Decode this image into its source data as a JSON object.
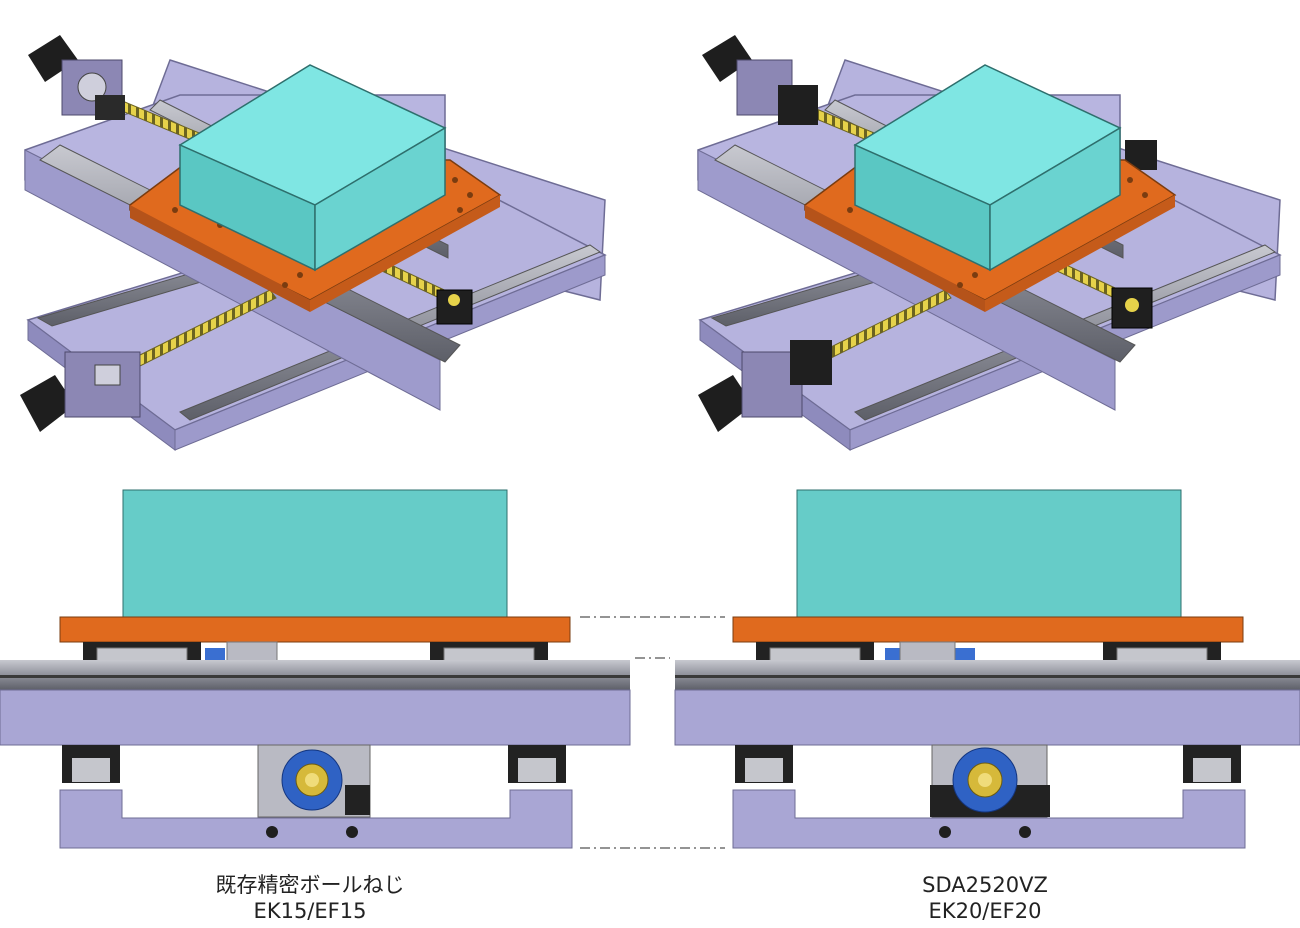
{
  "captions": {
    "left": {
      "line1": "既存精密ボールねじ",
      "line2": "EK15/EF15"
    },
    "right": {
      "line1": "SDA2520VZ",
      "line2": "EK20/EF20"
    }
  },
  "colors": {
    "workpiece": "#6fd8d2",
    "plate": "#e06a1e",
    "base": "#a9a6d4",
    "rail": "#8a8c96",
    "block": "#2a2a2a",
    "screw": "#e6d24a",
    "motor": "#1e1e1e",
    "nut_blue": "#2f62c4"
  }
}
